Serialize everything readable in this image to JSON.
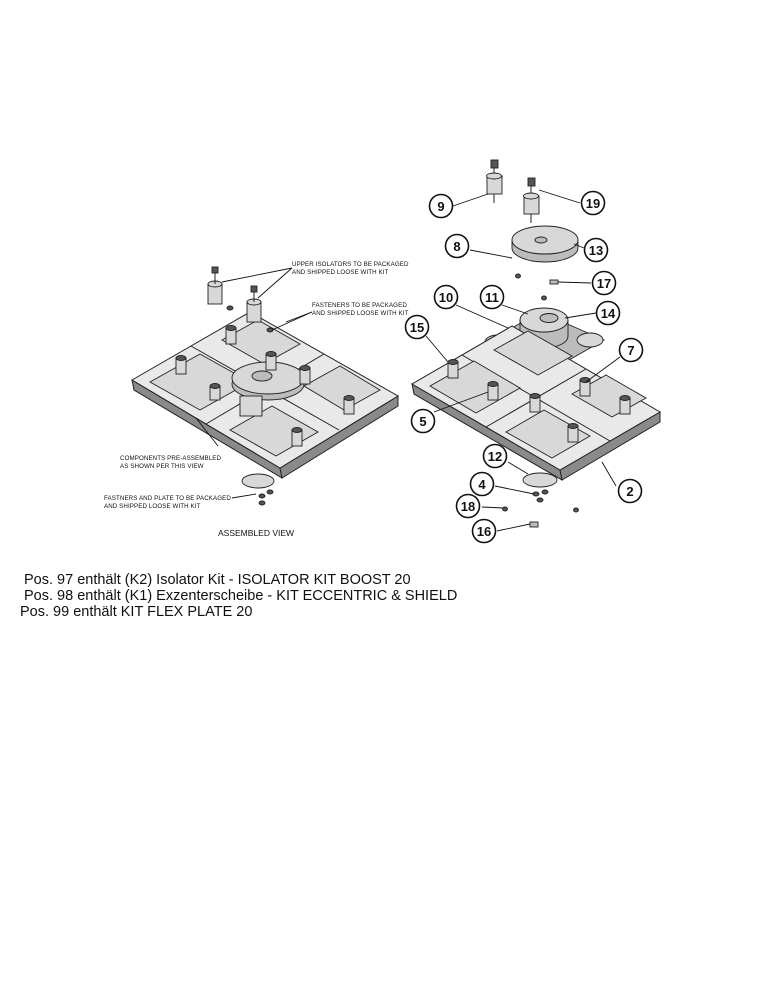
{
  "assembled_view": {
    "title": "ASSEMBLED VIEW",
    "notes": [
      {
        "id": "upper_isolators",
        "lines": [
          "UPPER ISOLATORS TO BE PACKAGED",
          "AND SHIPPED LOOSE WITH KIT"
        ]
      },
      {
        "id": "fasteners",
        "lines": [
          "FASTENERS TO BE PACKAGED",
          "AND SHIPPED LOOSE WITH KIT"
        ]
      },
      {
        "id": "components",
        "lines": [
          "COMPONENTS PRE-ASSEMBLED",
          "AS SHOWN PER THIS VIEW"
        ]
      },
      {
        "id": "fastners_plate",
        "lines": [
          "FASTNERS AND PLATE TO BE PACKAGED",
          "AND SHIPPED LOOSE WITH KIT"
        ]
      }
    ]
  },
  "callouts": [
    "9",
    "19",
    "8",
    "13",
    "17",
    "10",
    "11",
    "14",
    "15",
    "7",
    "5",
    "12",
    "4",
    "18",
    "2",
    "16"
  ],
  "captions": [
    "Pos. 97 enthält (K2) Isolator Kit - ISOLATOR KIT BOOST 20",
    "Pos. 98 enthält (K1) Exzenterscheibe - KIT ECCENTRIC & SHIELD",
    "Pos. 99 enthält KIT FLEX PLATE 20"
  ]
}
